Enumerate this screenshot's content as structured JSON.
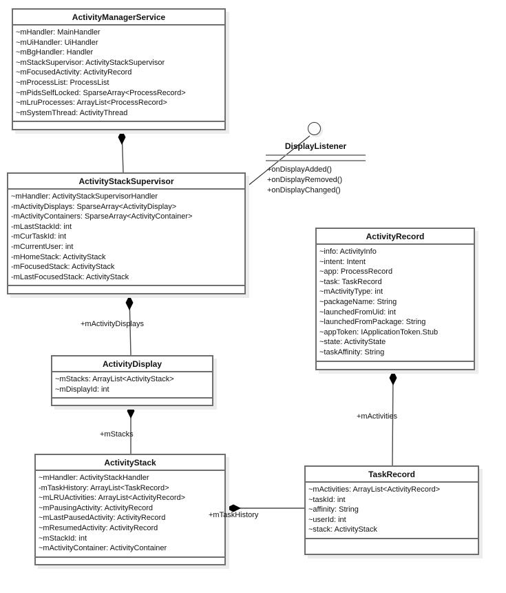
{
  "colors": {
    "box_border": "#6e6e6e",
    "box_background": "#ffffff",
    "box_shadow": "#ececec",
    "text": "#111111",
    "connector_line": "#4a4a4a",
    "composition_diamond": "#000000",
    "interface_rule": "#8f8f8f"
  },
  "classes": [
    {
      "name": "ActivityManagerService",
      "attributes": [
        "~mHandler: MainHandler",
        "~mUiHandler: UiHandler",
        "~mBgHandler: Handler",
        "~mStackSupervisor: ActivityStackSupervisor",
        "~mFocusedActivity: ActivityRecord",
        "~mProcessList: ProcessList",
        "~mPidsSelfLocked: SparseArray<ProcessRecord>",
        "~mLruProcesses: ArrayList<ProcessRecord>",
        "~mSystemThread: ActivityThread"
      ]
    },
    {
      "name": "ActivityStackSupervisor",
      "attributes": [
        "~mHandler: ActivityStackSupervisorHandler",
        "-mActivityDisplays: SparseArray<ActivityDisplay>",
        "-mActivityContainers: SparseArray<ActivityContainer>",
        "-mLastStackId: int",
        "-mCurTaskId: int",
        "-mCurrentUser: int",
        "-mHomeStack: ActivityStack",
        "-mFocusedStack: ActivityStack",
        "-mLastFocusedStack: ActivityStack"
      ]
    },
    {
      "name": "ActivityRecord",
      "attributes": [
        "~info: ActivityInfo",
        "~intent: Intent",
        "~app: ProcessRecord",
        "~task: TaskRecord",
        "~mActivityType: int",
        "~packageName: String",
        "~launchedFromUid: int",
        "~launchedFromPackage: String",
        "~appToken: IApplicationToken.Stub",
        "~state: ActivityState",
        "~taskAffinity: String"
      ]
    },
    {
      "name": "ActivityDisplay",
      "attributes": [
        "~mStacks: ArrayList<ActivityStack>",
        "~mDisplayId: int"
      ]
    },
    {
      "name": "ActivityStack",
      "attributes": [
        "~mHandler: ActivityStackHandler",
        "-mTaskHistory: ArrayList<TaskRecord>",
        "~mLRUActivities: ArrayList<ActivityRecord>",
        "~mPausingActivity: ActivityRecord",
        "~mLastPausedActivity: ActivityRecord",
        "~mResumedActivity: ActivityRecord",
        "~mStackId: int",
        "~mActivityContainer: ActivityContainer"
      ]
    },
    {
      "name": "TaskRecord",
      "attributes": [
        "~mActivities: ArrayList<ActivityRecord>",
        "~taskId: int",
        "~affinity: String",
        "~userId: int",
        "~stack: ActivityStack"
      ]
    }
  ],
  "interface": {
    "name": "DisplayListener",
    "operations": [
      "+onDisplayAdded()",
      "+onDisplayRemoved()",
      "+onDisplayChanged()"
    ]
  },
  "association_labels": {
    "activity_displays": "+mActivityDisplays",
    "stacks": "+mStacks",
    "activities": "+mActivities",
    "task_history": "+mTaskHistory"
  }
}
